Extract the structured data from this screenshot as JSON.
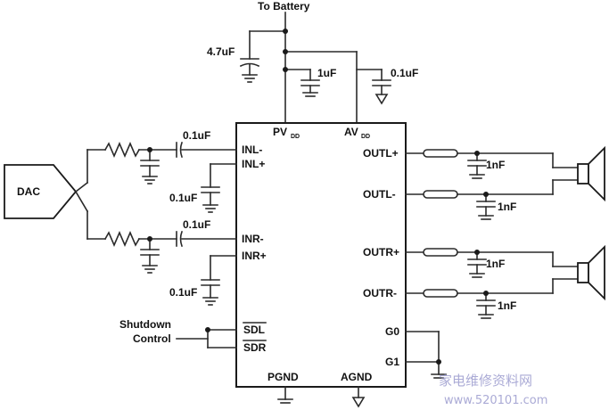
{
  "power": {
    "battery": "To Battery",
    "cap_bulk": "4.7uF",
    "cap_pv": "1uF",
    "cap_av": "0.1uF"
  },
  "dac": {
    "label": "DAC"
  },
  "input": {
    "cap_inl_minus": "0.1uF",
    "cap_inl_plus": "0.1uF",
    "cap_inr_minus": "0.1uF",
    "cap_inr_plus": "0.1uF"
  },
  "pins": {
    "pvdd_main": "PV",
    "pvdd_sub": "DD",
    "avdd_main": "AV",
    "avdd_sub": "DD",
    "inl_minus": "INL-",
    "inl_plus": "INL+",
    "inr_minus": "INR-",
    "inr_plus": "INR+",
    "sdl": "SDL",
    "sdr": "SDR",
    "outl_plus": "OUTL+",
    "outl_minus": "OUTL-",
    "outr_plus": "OUTR+",
    "outr_minus": "OUTR-",
    "g0": "G0",
    "g1": "G1",
    "pgnd": "PGND",
    "agnd": "AGND"
  },
  "output": {
    "cap_outl_plus": "1nF",
    "cap_outl_minus": "1nF",
    "cap_outr_plus": "1nF",
    "cap_outr_minus": "1nF"
  },
  "shutdown": {
    "line1": "Shutdown",
    "line2": "Control"
  },
  "watermark": {
    "cn": "家电维修资料网",
    "url": "www.520101.com"
  }
}
